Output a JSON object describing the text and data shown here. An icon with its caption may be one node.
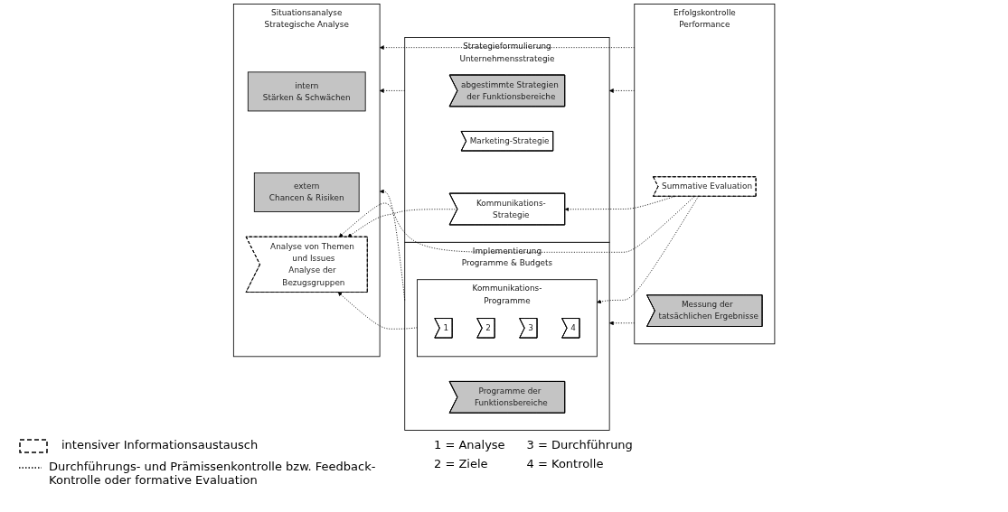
{
  "diagram": {
    "nodes": [
      {
        "text": [
          "Situationsanalyse",
          "Strategische Analyse"
        ]
      },
      {
        "text": [
          "intern",
          "Stärken & Schwächen"
        ],
        "in": 0
      },
      {
        "text": [
          "extern",
          "Chancen & Risiken"
        ],
        "in": 0
      },
      {
        "text": [
          "Analyse von Themen und Issues",
          "Analyse der Bezugsgruppen"
        ],
        "in": 0
      },
      {
        "text": [
          "Strategieformulierung",
          "Unternehmensstrategie"
        ]
      },
      {
        "text": [
          "abgestimmte Strategien der Funktionsbereiche"
        ],
        "in": 4
      },
      {
        "text": [
          "Marketing-Strategie"
        ],
        "in": 4
      },
      {
        "text": [
          "Kommunikations-Strategie"
        ],
        "in": 4
      },
      {
        "text": [
          "Implementierung",
          "Programme & Budgets"
        ]
      },
      {
        "text": [
          "Programme der Funktionsbereiche"
        ],
        "in": 8
      },
      {
        "text": [
          "Kommunikations-Programme"
        ],
        "in": 8
      },
      {
        "text": [
          "1"
        ],
        "in": 10
      },
      {
        "text": [
          "2"
        ],
        "in": 10
      },
      {
        "text": [
          "3"
        ],
        "in": 10
      },
      {
        "text": [
          "4"
        ],
        "in": 10
      },
      {
        "text": [
          "Erfolgskontrolle",
          "Performance"
        ]
      },
      {
        "text": [
          "Messung der tatsächlichen Ergebnisse"
        ],
        "in": 15
      },
      {
        "text": [
          "Summative Evaluation"
        ],
        "in": 15
      }
    ],
    "edges": [
      {
        "from": 17,
        "to": 3,
        "arrow": "to",
        "style": "dashed"
      },
      {
        "from": 7,
        "to": 3,
        "arrow": "to",
        "style": "dashed"
      },
      {
        "from": 10,
        "to": 3,
        "arrow": "to",
        "style": "dashed"
      },
      {
        "from": 17,
        "to": 7,
        "arrow": "to",
        "style": "dashed"
      },
      {
        "from": 17,
        "to": 10,
        "arrow": "to",
        "style": "dashed"
      },
      {
        "from": 15,
        "to": 0,
        "arrow": "to",
        "style": "dashed"
      },
      {
        "from": 4,
        "to": 0,
        "arrow": "to",
        "style": "dashed"
      },
      {
        "from": 8,
        "to": 0,
        "arrow": "to",
        "style": "dashed"
      },
      {
        "from": 15,
        "to": 4,
        "arrow": "to",
        "style": "dashed"
      },
      {
        "from": 15,
        "to": 8,
        "arrow": "to",
        "style": "dashed"
      }
    ],
    "labels": [
      "1 = Analyse",
      "3 = Durchführung",
      "2 = Ziele",
      "4 = Kontrolle"
    ],
    "legend": [
      {
        "text": "intensiver Informationsaustausch"
      },
      {
        "text": "Durchführungs- und Prämissenkontrolle bzw. Feedback-Kontrolle oder formative Evaluation"
      }
    ]
  }
}
